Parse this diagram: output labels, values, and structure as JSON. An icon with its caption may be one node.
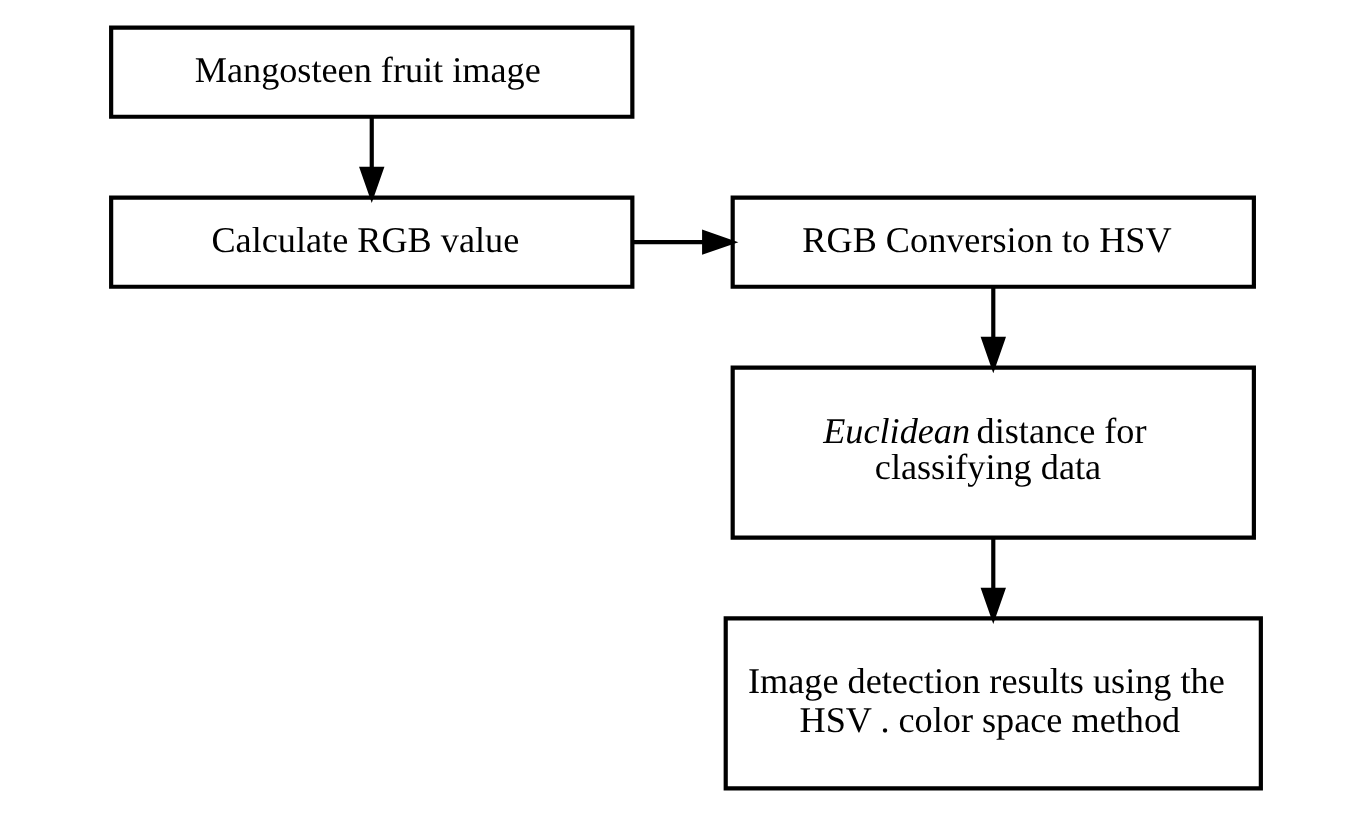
{
  "diagram": {
    "nodes": [
      {
        "text": [
          "Mangosteen fruit image"
        ]
      },
      {
        "text": [
          "Calculate RGB value"
        ]
      },
      {
        "text": [
          "RGB Conversion to HSV"
        ]
      },
      {
        "text": [
          "*Euclidean* distance for classifying data"
        ]
      },
      {
        "text": [
          "Image detection results using the HSV . color space method"
        ]
      }
    ],
    "edges": [
      {
        "from": 0,
        "to": 1,
        "arrow": "to"
      },
      {
        "from": 1,
        "to": 2,
        "arrow": "to"
      },
      {
        "from": 2,
        "to": 3,
        "arrow": "to"
      },
      {
        "from": 3,
        "to": 4,
        "arrow": "to"
      }
    ]
  }
}
